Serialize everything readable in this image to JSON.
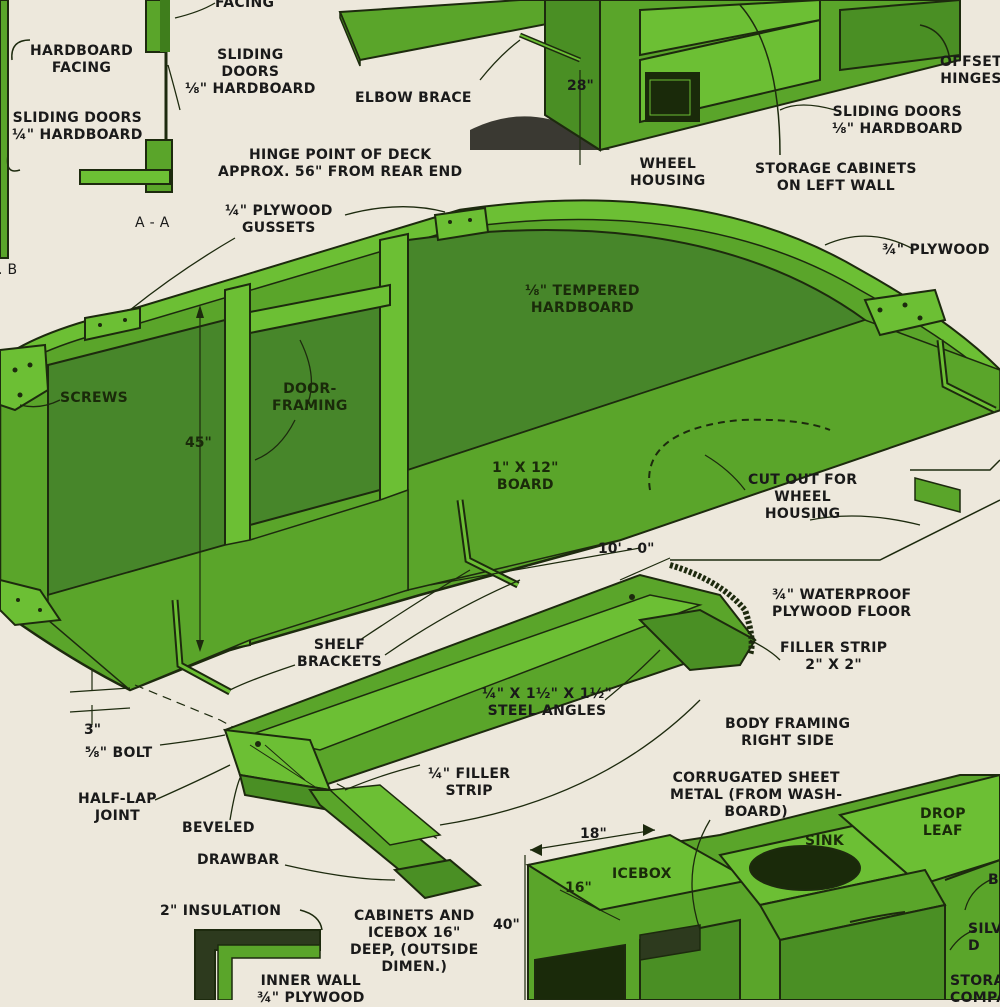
{
  "colors": {
    "paper": "#ede8dc",
    "green": "#5aa52a",
    "green_light": "#6cbf34",
    "green_dark": "#3f7e1c",
    "green_panel": "#47862a",
    "edge": "#1d2a0e",
    "shadow": "#1a1a14"
  },
  "labels": {
    "facing_top": [
      "FACING"
    ],
    "hardboard_facing": [
      "HARDBOARD",
      "FACING"
    ],
    "sliding_doors_18": [
      "SLIDING",
      "DOORS",
      "⅛\" HARDBOARD"
    ],
    "sliding_doors_14": [
      "SLIDING DOORS",
      "¼\" HARDBOARD"
    ],
    "section_aa": [
      "A - A"
    ],
    "section_b": [
      ". B"
    ],
    "elbow_brace": [
      "ELBOW BRACE"
    ],
    "wheel_housing_top": [
      "WHEEL",
      "HOUSING"
    ],
    "storage_left": [
      "STORAGE CABINETS",
      "ON LEFT WALL"
    ],
    "offset_hinges": [
      "OFFSET",
      "HINGES"
    ],
    "sliding_doors_right": [
      "SLIDING DOORS",
      "⅛\" HARDBOARD"
    ],
    "hinge_point": [
      "HINGE POINT OF DECK",
      "APPROX. 56\" FROM REAR END"
    ],
    "plywood_gussets": [
      "¼\" PLYWOOD",
      "GUSSETS"
    ],
    "plywood_34": [
      "¾\" PLYWOOD"
    ],
    "tempered_hardboard": [
      "⅛\" TEMPERED",
      "HARDBOARD"
    ],
    "screws": [
      "SCREWS"
    ],
    "door_framing": [
      "DOOR-",
      "FRAMING"
    ],
    "board_1x12": [
      "1\" X 12\"",
      "BOARD"
    ],
    "cut_out": [
      "CUT OUT FOR",
      "WHEEL",
      "HOUSING"
    ],
    "waterproof_floor": [
      "¾\" WATERPROOF",
      "PLYWOOD FLOOR"
    ],
    "filler_strip_2x2": [
      "FILLER STRIP",
      "2\" X 2\""
    ],
    "shelf_brackets": [
      "SHELF",
      "BRACKETS"
    ],
    "steel_angles": [
      "¼\" X 1½\" X 1½\"",
      "STEEL ANGLES"
    ],
    "body_framing": [
      "BODY FRAMING",
      "RIGHT SIDE"
    ],
    "bolt": [
      "⅝\" BOLT"
    ],
    "half_lap": [
      "HALF-LAP",
      "JOINT"
    ],
    "beveled": [
      "BEVELED"
    ],
    "filler_strip_14": [
      "¼\" FILLER",
      "STRIP"
    ],
    "corrugated": [
      "CORRUGATED SHEET",
      "METAL (FROM WASH-",
      "BOARD)"
    ],
    "drawbar": [
      "DRAWBAR"
    ],
    "drop_leaf": [
      "DROP",
      "LEAF"
    ],
    "sink": [
      "SINK"
    ],
    "icebox": [
      "ICEBOX"
    ],
    "insulation": [
      "2\" INSULATION"
    ],
    "cabinets_icebox": [
      "CABINETS AND",
      "ICEBOX 16\"",
      "DEEP, (OUTSIDE",
      "DIMEN.)"
    ],
    "inner_wall": [
      "INNER WALL",
      "¾\" PLYWOOD"
    ],
    "silver_partial": [
      "SILV",
      "D"
    ],
    "storage_partial": [
      "STORA",
      "COMPA"
    ],
    "b_partial": [
      "B"
    ]
  },
  "dimensions": {
    "h28": "28\"",
    "h45": "45\"",
    "len10": "10' - 0\"",
    "d3": "3\"",
    "w18": "18\"",
    "w16": "16\"",
    "h40": "40\""
  }
}
